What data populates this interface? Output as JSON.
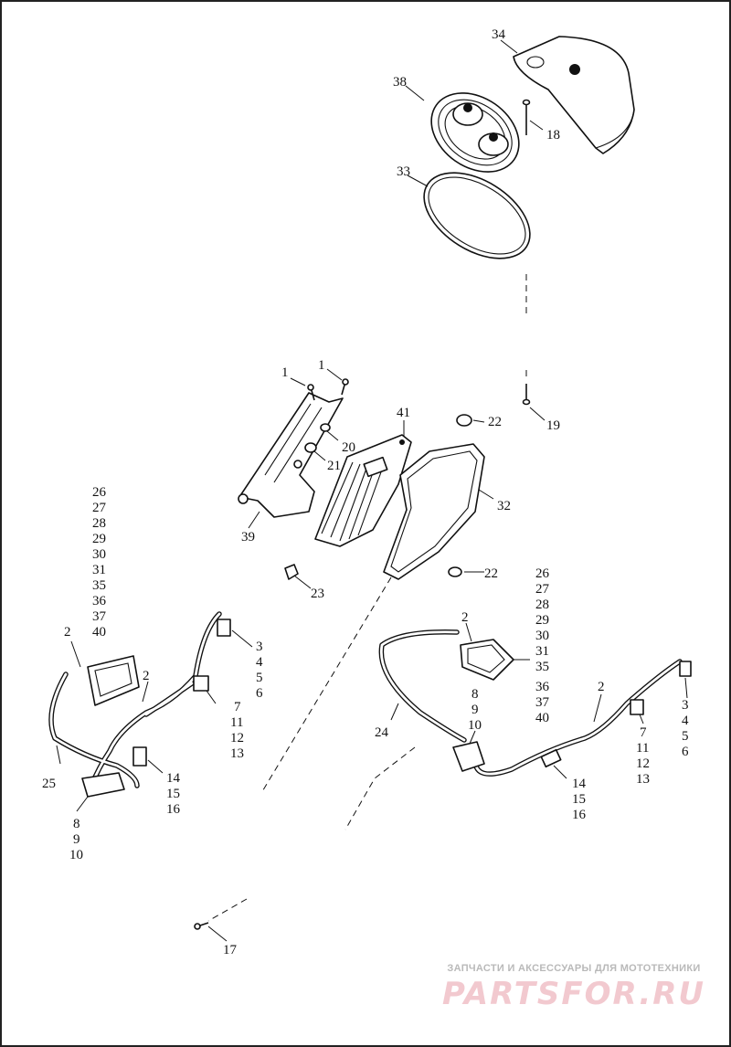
{
  "diagram": {
    "callouts": {
      "c34": "34",
      "c38": "38",
      "c18": "18",
      "c33": "33",
      "c19": "19",
      "c1a": "1",
      "c1b": "1",
      "c20": "20",
      "c21": "21",
      "c41": "41",
      "c22a": "22",
      "c22b": "22",
      "c32": "32",
      "c39": "39",
      "c23": "23",
      "c17": "17",
      "left_module_group": [
        "26",
        "27",
        "28",
        "29",
        "30",
        "31",
        "35",
        "36",
        "37",
        "40"
      ],
      "left_c2a": "2",
      "left_c2b": "2",
      "left_group_3_6": [
        "3",
        "4",
        "5",
        "6"
      ],
      "left_group_7_13": [
        "7",
        "11",
        "12",
        "13"
      ],
      "left_group_14_16": [
        "14",
        "15",
        "16"
      ],
      "left_c25": "25",
      "left_group_8_10": [
        "8",
        "9",
        "10"
      ],
      "right_module_group_top": [
        "26",
        "27",
        "28",
        "29",
        "30",
        "31"
      ],
      "right_c35": "35",
      "right_module_group_bottom": [
        "36",
        "37",
        "40"
      ],
      "right_c2a": "2",
      "right_c2b": "2",
      "right_group_8_10": [
        "8",
        "9",
        "10"
      ],
      "right_c24": "24",
      "right_group_3_6": [
        "3",
        "4",
        "5",
        "6"
      ],
      "right_group_7_13": [
        "7",
        "11",
        "12",
        "13"
      ],
      "right_group_14_16": [
        "14",
        "15",
        "16"
      ]
    }
  },
  "watermark": {
    "tagline": "ЗАПЧАСТИ И АКСЕССУАРЫ ДЛЯ МОТОТЕХНИКИ",
    "brand": "PARTSFOR.RU",
    "brand_color": "#f2c9cf",
    "tagline_color": "#b9b9b9"
  }
}
